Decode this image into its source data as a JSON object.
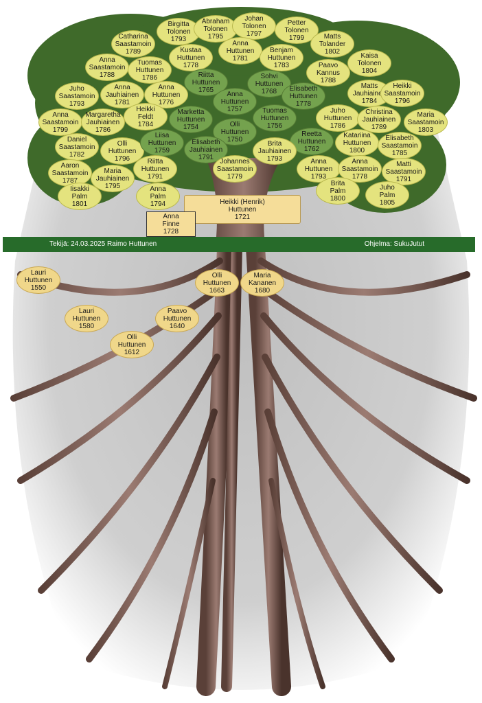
{
  "footer": {
    "author": "Tekijä: 24.03.2025 Raimo Huttunen",
    "program": "Ohjelma: SukuJutut"
  },
  "root_box": {
    "heikki": "Heikki (Henrik)\nHuttunen\n1721",
    "spouse": "Anna\nFinne\n1728"
  },
  "ancestors": [
    "Lauri\nHuttunen\n1550",
    "Lauri\nHuttunen\n1580",
    "Olli\nHuttunen\n1612",
    "Paavo\nHuttunen\n1640",
    "Olli\nHuttunen\n1663",
    "Maria\nKananen\n1680"
  ],
  "descendants": [
    "Birgitta\nTolonen\n1793",
    "Abraham\nTolonen\n1795",
    "Johan\nTolonen\n1797",
    "Petter\nTolonen\n1799",
    "Catharina\nSaastamoin\n1789",
    "Kustaa\nHuttunen\n1778",
    "Anna\nHuttunen\n1781",
    "Benjam\nHuttunen\n1783",
    "Matts\nTolander\n1802",
    "Anna\nSaastamoin\n1788",
    "Tuomas\nHuttunen\n1786",
    "Paavo\nKannus\n1788",
    "Kaisa\nTolonen\n1804",
    "Riitta\nHuttunen\n1765",
    "Sohvi\nHuttunen\n1768",
    "Juho\nSaastamoin\n1793",
    "Anna\nJauhiainen\n1781",
    "Anna\nHuttunen\n1776",
    "Anna\nHuttunen\n1757",
    "Elisabeth\nHuttunen\n1778",
    "Matts\nJauhiainen\n1784",
    "Heikki\nSaastamoin\n1796",
    "Marketta\nHuttunen\n1754",
    "Tuomas\nHuttunen\n1756",
    "Anna\nSaastamoin\n1799",
    "Margaretha\nJauhiainen\n1786",
    "Heikki\nFeldt\n1784",
    "Juho\nHuttunen\n1786",
    "Christina\nJauhiainen\n1789",
    "Maria\nSaastamoin\n1803",
    "Olli\nHuttunen\n1750",
    "Daniel\nSaastamoin\n1782",
    "Olli\nHuttunen\n1796",
    "Liisa\nHuttunen\n1759",
    "Elisabeth\nJauhiainen\n1791",
    "Reetta\nHuttunen\n1762",
    "Katariina\nHuttunen\n1800",
    "Elisabeth\nSaastamoin\n1785",
    "Aaron\nSaastamoin\n1787",
    "Riitta\nHuttunen\n1791",
    "Johannes\nSaastamoin\n1779",
    "Brita\nJauhiainen\n1793",
    "Anna\nHuttunen\n1793",
    "Anna\nSaastamoin\n1778",
    "Matti\nSaastamoin\n1791",
    "Maria\nJauhiainen\n1795",
    "Iisakki\nPalm\n1801",
    "Anna\nPalm\n1794",
    "Brita\nPalm\n1800",
    "Juho\nPalm\n1805"
  ]
}
